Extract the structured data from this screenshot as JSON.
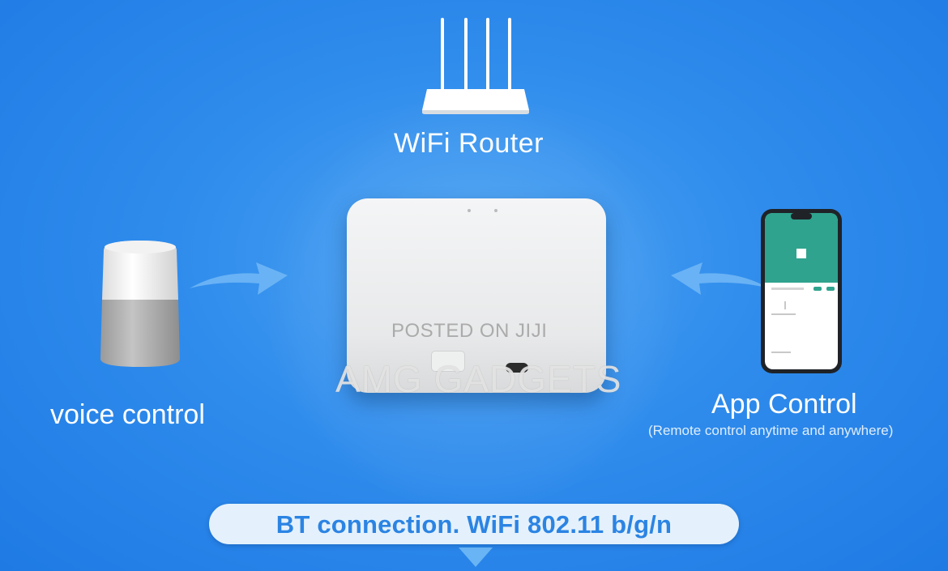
{
  "diagram": {
    "router_label": "WiFi Router",
    "voice_label": "voice control",
    "app_label": "App Control",
    "app_sublabel": "(Remote control anytime and anywhere)",
    "banner": "BT connection. WiFi 802.11 b/g/n"
  },
  "watermark": {
    "posted": "POSTED ON JIJI",
    "brand": "AMG GADGETS"
  },
  "icons": [
    "wifi-router-icon",
    "smart-speaker-icon",
    "gateway-hub-icon",
    "smartphone-icon",
    "arrow-right-icon",
    "arrow-left-icon",
    "arrow-down-icon"
  ],
  "colors": {
    "background": "#2f8cec",
    "banner_bg": "#e4f1fc",
    "banner_text": "#2b84e3",
    "label_text": "#ffffff",
    "phone_app_header": "#2fa38e"
  }
}
